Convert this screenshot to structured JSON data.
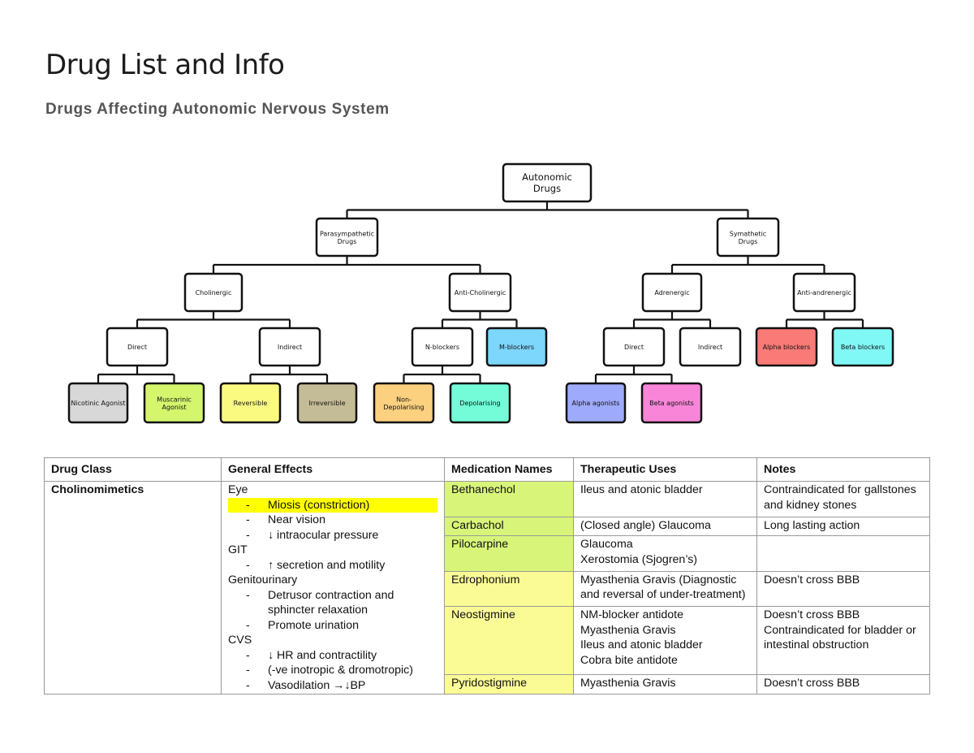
{
  "page": {
    "title": "Drug List and Info",
    "subtitle": "Drugs Affecting Autonomic Nervous System"
  },
  "tree": {
    "nodes": [
      {
        "id": "root",
        "label": "Autonomic Drugs",
        "lines": [
          "Autonomic",
          "Drugs"
        ],
        "color": "#ffffff",
        "parent": null
      },
      {
        "id": "para",
        "label": "Parasympathetic Drugs",
        "lines": [
          "Parasympathetic",
          "Drugs"
        ],
        "color": "#ffffff",
        "parent": "root"
      },
      {
        "id": "symp",
        "label": "Symathetic Drugs",
        "lines": [
          "Symathetic",
          "Drugs"
        ],
        "color": "#ffffff",
        "parent": "root"
      },
      {
        "id": "chol",
        "label": "Cholinergic",
        "lines": [
          "Cholinergic"
        ],
        "color": "#ffffff",
        "parent": "para"
      },
      {
        "id": "anti",
        "label": "Anti-Cholinergic",
        "lines": [
          "Anti-Cholinergic"
        ],
        "color": "#ffffff",
        "parent": "para"
      },
      {
        "id": "adr",
        "label": "Adrenergic",
        "lines": [
          "Adrenergic"
        ],
        "color": "#ffffff",
        "parent": "symp"
      },
      {
        "id": "antiadr",
        "label": "Anti-andrenergic",
        "lines": [
          "Anti-andrenergic"
        ],
        "color": "#ffffff",
        "parent": "symp"
      },
      {
        "id": "cdir",
        "label": "Direct",
        "lines": [
          "Direct"
        ],
        "color": "#ffffff",
        "parent": "chol"
      },
      {
        "id": "cind",
        "label": "Indirect",
        "lines": [
          "Indirect"
        ],
        "color": "#ffffff",
        "parent": "chol"
      },
      {
        "id": "nblk",
        "label": "N-blockers",
        "lines": [
          "N-blockers"
        ],
        "color": "#ffffff",
        "parent": "anti"
      },
      {
        "id": "mblk",
        "label": "M-blockers",
        "lines": [
          "M-blockers"
        ],
        "color": "#7dd6fb",
        "parent": "anti"
      },
      {
        "id": "adir",
        "label": "Direct",
        "lines": [
          "Direct"
        ],
        "color": "#ffffff",
        "parent": "adr"
      },
      {
        "id": "aind",
        "label": "Indirect",
        "lines": [
          "Indirect"
        ],
        "color": "#ffffff",
        "parent": "adr"
      },
      {
        "id": "alpb",
        "label": "Alpha blockers",
        "lines": [
          "Alpha blockers"
        ],
        "color": "#f97a76",
        "parent": "antiadr"
      },
      {
        "id": "betb",
        "label": "Beta blockers",
        "lines": [
          "Beta blockers"
        ],
        "color": "#7ff8f6",
        "parent": "antiadr"
      },
      {
        "id": "nico",
        "label": "Nicotinic Agonist",
        "lines": [
          "Nicotinic Agonist"
        ],
        "color": "#d8d8d8",
        "parent": "cdir"
      },
      {
        "id": "musc",
        "label": "Muscarinic Agonist",
        "lines": [
          "Muscarinic",
          "Agonist"
        ],
        "color": "#d4f56c",
        "parent": "cdir"
      },
      {
        "id": "rev",
        "label": "Reversible",
        "lines": [
          "Reversible"
        ],
        "color": "#fbfa80",
        "parent": "cind"
      },
      {
        "id": "irr",
        "label": "Irreversible",
        "lines": [
          "Irreversible"
        ],
        "color": "#c4bc96",
        "parent": "cind"
      },
      {
        "id": "nondep",
        "label": "Non-Depolarising",
        "lines": [
          "Non-",
          "Depolarising"
        ],
        "color": "#fbd07e",
        "parent": "nblk"
      },
      {
        "id": "dep",
        "label": "Depolarising",
        "lines": [
          "Depolarising"
        ],
        "color": "#74fbd8",
        "parent": "nblk"
      },
      {
        "id": "alpa",
        "label": "Alpha agonists",
        "lines": [
          "Alpha agonists"
        ],
        "color": "#9eaafb",
        "parent": "adir"
      },
      {
        "id": "beta",
        "label": "Beta agonists",
        "lines": [
          "Beta agonists"
        ],
        "color": "#f885d8",
        "parent": "adir"
      }
    ]
  },
  "table": {
    "headers": [
      "Drug Class",
      "General Effects",
      "Medication Names",
      "Therapeutic Uses",
      "Notes"
    ],
    "drug_class": "Cholinomimetics",
    "effects": [
      {
        "type": "head",
        "text": "Eye"
      },
      {
        "type": "item",
        "text": "Miosis (constriction)",
        "highlight": true
      },
      {
        "type": "item",
        "text": "Near vision"
      },
      {
        "type": "item",
        "text": "↓ intraocular pressure"
      },
      {
        "type": "head",
        "text": "GIT"
      },
      {
        "type": "item",
        "text": "↑ secretion and motility"
      },
      {
        "type": "head",
        "text": "Genitourinary"
      },
      {
        "type": "item",
        "text": "Detrusor contraction and sphincter relaxation"
      },
      {
        "type": "item",
        "text": "Promote urination"
      },
      {
        "type": "head",
        "text": "CVS"
      },
      {
        "type": "item",
        "text": "↓ HR and contractility"
      },
      {
        "type": "item",
        "text": "(-ve inotropic & dromotropic)"
      },
      {
        "type": "item",
        "text": "Vasodilation →↓BP"
      }
    ],
    "dash": "-",
    "rows": [
      {
        "name": "Bethanechol",
        "color": "green",
        "uses": [
          "Ileus and atonic bladder"
        ],
        "notes": [
          "Contraindicated for gallstones and kidney stones"
        ]
      },
      {
        "name": "Carbachol",
        "color": "green",
        "uses": [
          "(Closed angle) Glaucoma"
        ],
        "notes": [
          "Long lasting action"
        ]
      },
      {
        "name": "Pilocarpine",
        "color": "green",
        "uses": [
          "Glaucoma",
          "Xerostomia (Sjogren’s)"
        ],
        "notes": []
      },
      {
        "name": "Edrophonium",
        "color": "yellow",
        "uses": [
          "Myasthenia Gravis (Diagnostic and reversal of under-treatment)"
        ],
        "notes": [
          "Doesn’t cross BBB"
        ]
      },
      {
        "name": "Neostigmine",
        "color": "yellow",
        "uses": [
          "NM-blocker antidote",
          "Myasthenia Gravis",
          "Ileus and atonic bladder",
          "Cobra bite antidote"
        ],
        "notes": [
          "Doesn’t cross BBB",
          "Contraindicated for bladder or intestinal obstruction"
        ]
      },
      {
        "name": "Pyridostigmine",
        "color": "yellow",
        "uses": [
          "Myasthenia Gravis"
        ],
        "notes": [
          "Doesn’t cross BBB"
        ]
      }
    ]
  }
}
